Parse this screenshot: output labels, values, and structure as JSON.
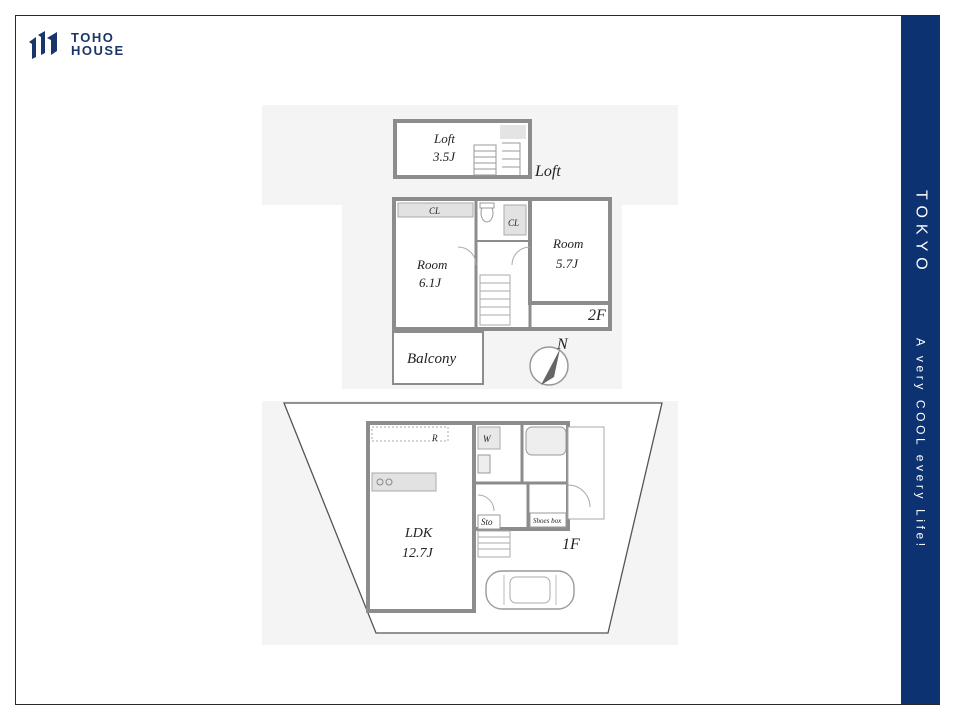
{
  "brand": {
    "line1": "TOHO",
    "line2": "HOUSE",
    "color": "#1a3569"
  },
  "side_band": {
    "title": "TOKYO",
    "tagline": "A very COOL every Life!",
    "color": "#0d3271"
  },
  "floor_plan": {
    "floors": {
      "loft": "Loft",
      "second": "2F",
      "first": "1F"
    },
    "rooms": {
      "loft": {
        "name": "Loft",
        "size": "3.5J"
      },
      "room_west": {
        "name": "Room",
        "size": "6.1J"
      },
      "room_east": {
        "name": "Room",
        "size": "5.7J"
      },
      "balcony": {
        "name": "Balcony"
      },
      "ldk": {
        "name": "LDK",
        "size": "12.7J"
      }
    },
    "labels": {
      "closet": "CL",
      "refrigerator": "R",
      "washer": "W",
      "storage": "Sto",
      "shoes_box": "Shoes box"
    },
    "compass": {
      "label": "N"
    }
  }
}
